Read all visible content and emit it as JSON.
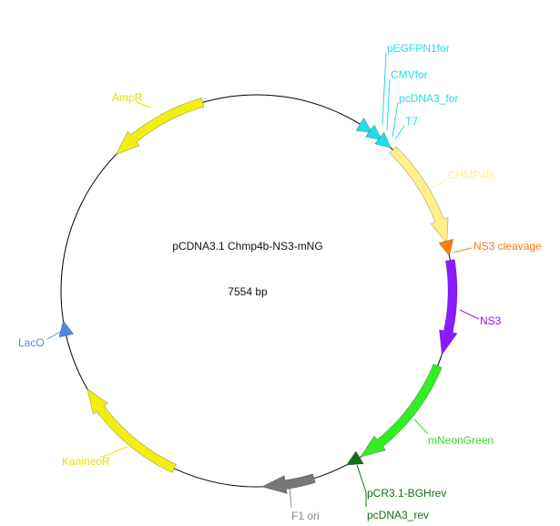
{
  "title": "pCDNA3.1 Chmp4b-NS3-mNG",
  "size": "7554 bp",
  "features": [
    {
      "id": "ampr",
      "label": "AmpR",
      "color": "#f0ef10",
      "label_color": "#e6e000",
      "kind": "gene"
    },
    {
      "id": "pegfpn1for",
      "label": "pEGFPN1for",
      "color": "#22dde8",
      "label_color": "#22dde8",
      "kind": "primer"
    },
    {
      "id": "cmvfor",
      "label": "CMVfor",
      "color": "#22dde8",
      "label_color": "#22dde8",
      "kind": "primer"
    },
    {
      "id": "pcdna3for",
      "label": "pcDNA3_for",
      "color": "#22dde8",
      "label_color": "#22dde8",
      "kind": "primer"
    },
    {
      "id": "t7",
      "label": "T7",
      "color": "#22dde8",
      "label_color": "#22dde8",
      "kind": "primer"
    },
    {
      "id": "chmp4b",
      "label": "CHMP4B",
      "color": "#fff08a",
      "label_color": "#fff08a",
      "kind": "gene"
    },
    {
      "id": "ns3cleavage",
      "label": "NS3 cleavage",
      "color": "#ff8000",
      "label_color": "#f07a10",
      "kind": "site"
    },
    {
      "id": "ns3",
      "label": "NS3",
      "color": "#8a1aff",
      "label_color": "#8a1aff",
      "kind": "gene"
    },
    {
      "id": "mneongreen",
      "label": "mNeonGreen",
      "color": "#33ee22",
      "label_color": "#33dd22",
      "kind": "gene"
    },
    {
      "id": "pcr31bghrev",
      "label": "pCR3.1-BGHrev",
      "color": "#127012",
      "label_color": "#127012",
      "kind": "primer"
    },
    {
      "id": "pcdna3rev",
      "label": "pcDNA3_rev",
      "color": "#127012",
      "label_color": "#127012",
      "kind": "primer"
    },
    {
      "id": "f1ori",
      "label": "F1 ori",
      "color": "#777777",
      "label_color": "#888888",
      "kind": "gene"
    },
    {
      "id": "kanineor",
      "label": "KanineoR",
      "color": "#f0ef10",
      "label_color": "#e6e000",
      "kind": "gene"
    },
    {
      "id": "laco",
      "label": "LacO",
      "color": "#5588dd",
      "label_color": "#5588dd",
      "kind": "site"
    }
  ]
}
